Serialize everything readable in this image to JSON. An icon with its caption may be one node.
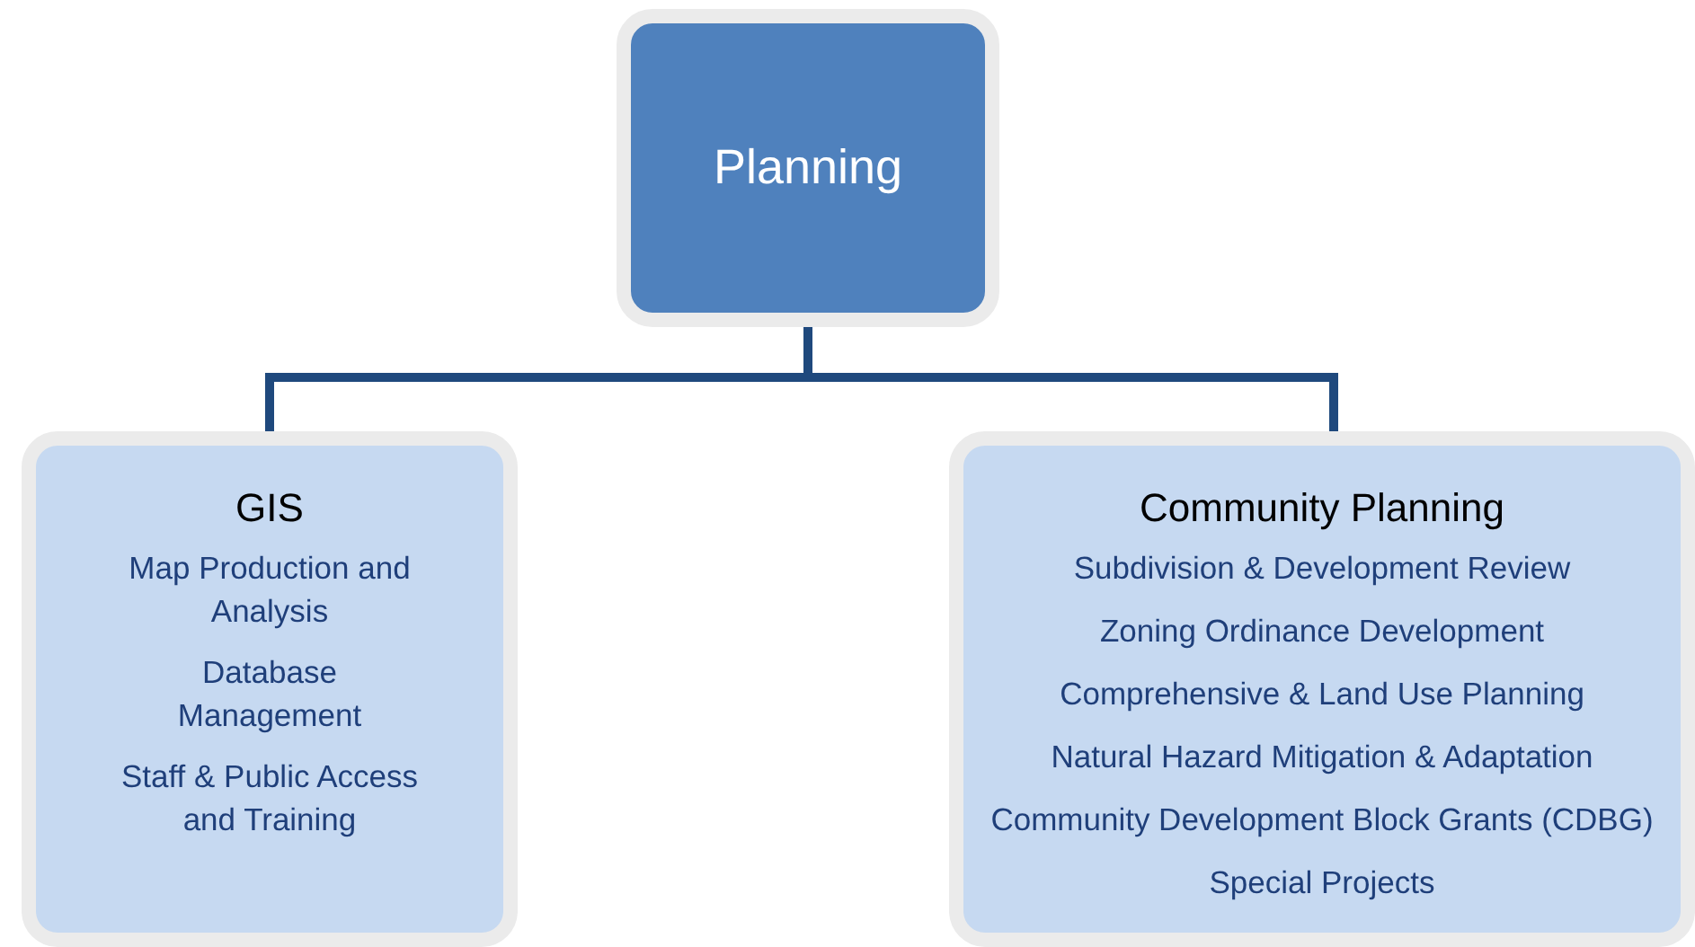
{
  "diagram": {
    "nodes": [
      {
        "text": [
          "Planning"
        ]
      },
      {
        "text": [
          "GIS",
          "Map Production and Analysis",
          "Database Management",
          "Staff & Public Access and Training"
        ]
      },
      {
        "text": [
          "Community Planning",
          "Subdivision & Development Review",
          "Zoning Ordinance Development",
          "Comprehensive & Land Use Planning",
          "Natural Hazard Mitigation & Adaptation",
          "Community Development Block Grants (CDBG)",
          "Special Projects"
        ]
      }
    ],
    "edges": [
      {
        "from": 0,
        "to": 1,
        "arrow": "none"
      },
      {
        "from": 0,
        "to": 2,
        "arrow": "none"
      }
    ]
  }
}
